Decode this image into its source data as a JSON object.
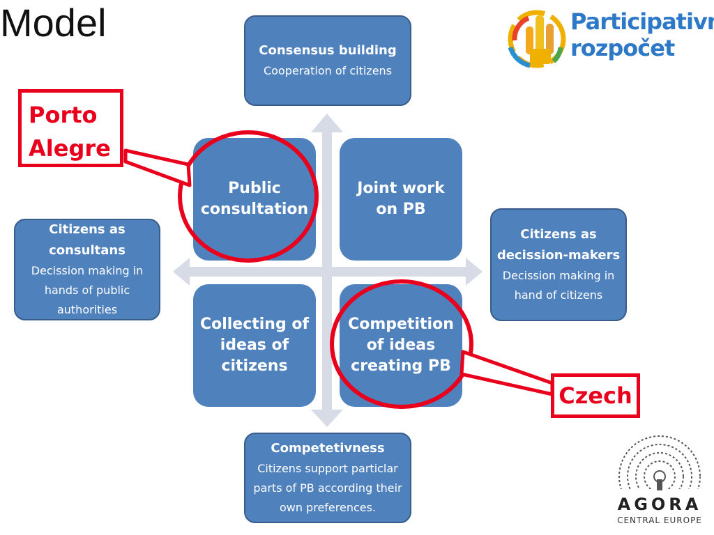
{
  "title": "Model",
  "top_box": {
    "heading": "Consensus building",
    "text": "Cooperation of citizens"
  },
  "left_box": {
    "heading": "Citizens as consultans",
    "text": "Decission making in hands of public authorities"
  },
  "right_box": {
    "heading": "Citizens as decission-makers",
    "text": "Decission making in hand of citizens"
  },
  "bottom_box": {
    "heading": "Competetivness",
    "text": "Citizens support particlar parts of PB according their own preferences."
  },
  "quadrants": {
    "top_left": "Public consultation",
    "top_right": "Joint work on PB",
    "bottom_left": "Collecting of ideas of citizens",
    "bottom_right": "Competition of ideas creating PB"
  },
  "callouts": {
    "porto_alegre": "Porto Alegre",
    "czech": "Czech"
  },
  "logo_pb": {
    "line1": "Participativní",
    "line2": "rozpočet"
  },
  "logo_agora": {
    "line1": "AGORA",
    "line2": "CENTRAL EUROPE"
  },
  "colors": {
    "box_fill": "#4f81bd",
    "box_border": "#385d8a",
    "highlight": "#e8001c",
    "arrow": "#d9dde8"
  }
}
